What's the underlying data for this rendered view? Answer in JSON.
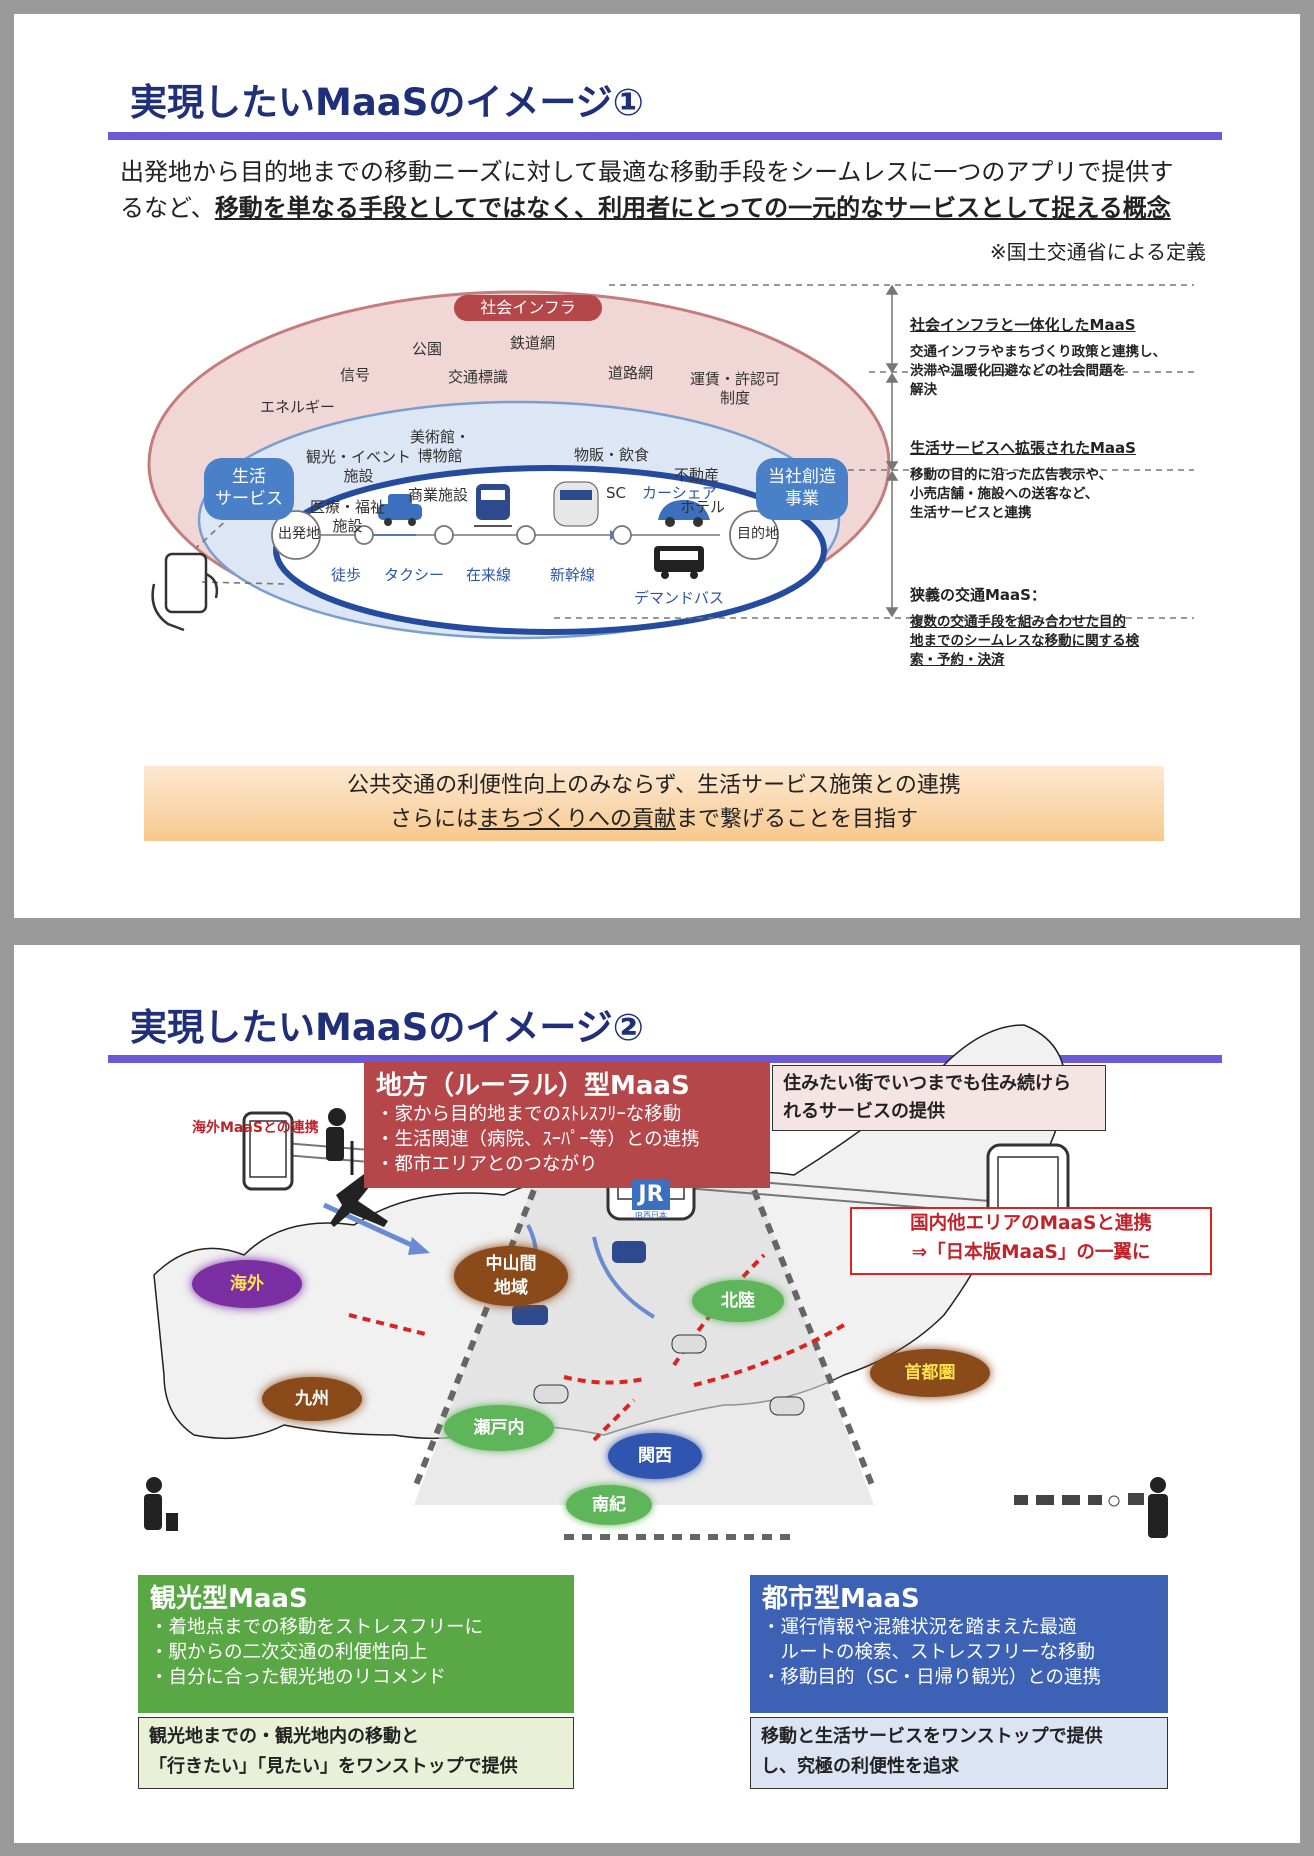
{
  "slide1": {
    "title": "実現したいMaaSのイメージ①",
    "lede_line1": "出発地から目的地までの移動ニーズに対して最適な移動手段をシームレスに一つのアプリで提供す",
    "lede_line2_prefix": "るなど、",
    "lede_line2_bold": "移動を単なる手段としてではなく、利用者にとっての一元的なサービスとして捉える概念",
    "note": "※国土交通省による定義",
    "infra_header": "社会インフラ",
    "infra_labels": [
      "公園",
      "鉄道網",
      "信号",
      "交通標識",
      "道路網",
      "運賃・許認可\n制度",
      "エネルギー"
    ],
    "life_left": "生活\nサービス",
    "life_right": "当社創造\n事業",
    "life_labels": [
      "美術館・\n博物館",
      "観光・イベント\n施設",
      "物販・飲食",
      "不動産",
      "医療・福祉\n施設",
      "商業施設",
      "SC",
      "ホテル"
    ],
    "transport": {
      "origin": "出発地",
      "destination": "目的地",
      "modes": [
        "徒歩",
        "タクシー",
        "在来線",
        "新幹線",
        "カーシェア",
        "デマンドバス"
      ]
    },
    "side": [
      {
        "heading": "社会インフラと一体化したMaaS",
        "body": "交通インフラやまちづくり政策と連携し、\n渋滞や温暖化回避などの社会問題を\n解決"
      },
      {
        "heading": "生活サービスへ拡張されたMaaS",
        "body": "移動の目的に沿った広告表示や、\n小売店舗・施設への送客など、\n生活サービスと連携"
      },
      {
        "heading": "狭義の交通MaaS：",
        "body": "複数の交通手段を組み合わせた目的\n地までのシームレスな移動に関する検\n索・予約・決済"
      }
    ],
    "banner_line1": "公共交通の利便性向上のみならず、生活サービス施策との連携",
    "banner_line2_prefix": "さらには",
    "banner_line2_underline": "まちづくりへの貢献",
    "banner_line2_suffix": "まで繋げることを目指す"
  },
  "slide2": {
    "title": "実現したいMaaSのイメージ②",
    "rural": {
      "title": "地方（ルーラル）型MaaS",
      "items": [
        "・家から目的地までのｽﾄﾚｽﾌﾘｰな移動",
        "・生活関連（病院、ｽｰﾊﾟｰ等）との連携",
        "・都市エリアとのつながり"
      ]
    },
    "live_note": "住みたい街でいつまでも住み続けら\nれるサービスの提供",
    "overseas_link": "海外MaaSとの連携",
    "domestic": "国内他エリアのMaaSと連携\n⇒「日本版MaaS」の一翼に",
    "jr_logo": "JR",
    "jr_sub": "JR西日本",
    "regions": [
      "海外",
      "中山間\n地域",
      "北陸",
      "首都圏",
      "九州",
      "瀬戸内",
      "関西",
      "南紀"
    ],
    "tourism": {
      "title": "観光型MaaS",
      "items": [
        "・着地点までの移動をストレスフリーに",
        "・駅からの二次交通の利便性向上",
        "・自分に合った観光地のリコメンド"
      ],
      "note": "観光地までの・観光地内の移動と\n「行きたい」「見たい」をワンストップで提供"
    },
    "urban": {
      "title": "都市型MaaS",
      "items": [
        "・運行情報や混雑状況を踏まえた最適",
        "　ルートの検索、ストレスフリーな移動",
        "・移動目的（SC・日帰り観光）との連携"
      ],
      "note": "移動と生活サービスをワンストップで提供\nし、究極の利便性を追求"
    },
    "colors": {
      "rural": "#b5474b",
      "tourism": "#5aa845",
      "urban": "#3d62b5",
      "overseas": "#7b2fa3",
      "region_brown": "#8b4a1a",
      "region_green": "#5fb55a",
      "kansai": "#2f55b0"
    }
  }
}
